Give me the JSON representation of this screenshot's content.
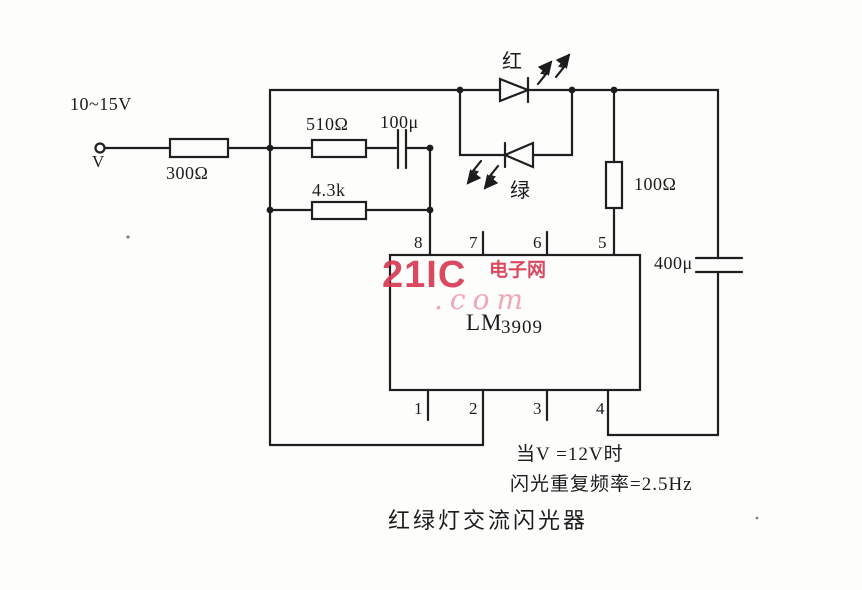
{
  "page": {
    "caption": "红绿灯交流闪光器"
  },
  "notes": {
    "condition": "当V =12V时",
    "frequency": "闪光重复频率=2.5Hz"
  },
  "source": {
    "voltage_range": "10~15V",
    "terminal_label": "V"
  },
  "components": {
    "r1": "300Ω",
    "r2": "510Ω",
    "r3": "4.3k",
    "r4": "100Ω",
    "c1": "100μ",
    "c2": "400μ",
    "led_red": "红",
    "led_green": "绿",
    "ic_prefix": "LM",
    "ic_model": "3909"
  },
  "pins": {
    "top": [
      "8",
      "7",
      "6",
      "5"
    ],
    "bottom": [
      "1",
      "2",
      "3",
      "4"
    ]
  },
  "watermark": {
    "brand": "21IC",
    "site_name": "电子网",
    "suffix": ".com",
    "color_primary": "#d93a54",
    "color_secondary": "#efa2b2"
  },
  "line_color": "#1f1f1f"
}
